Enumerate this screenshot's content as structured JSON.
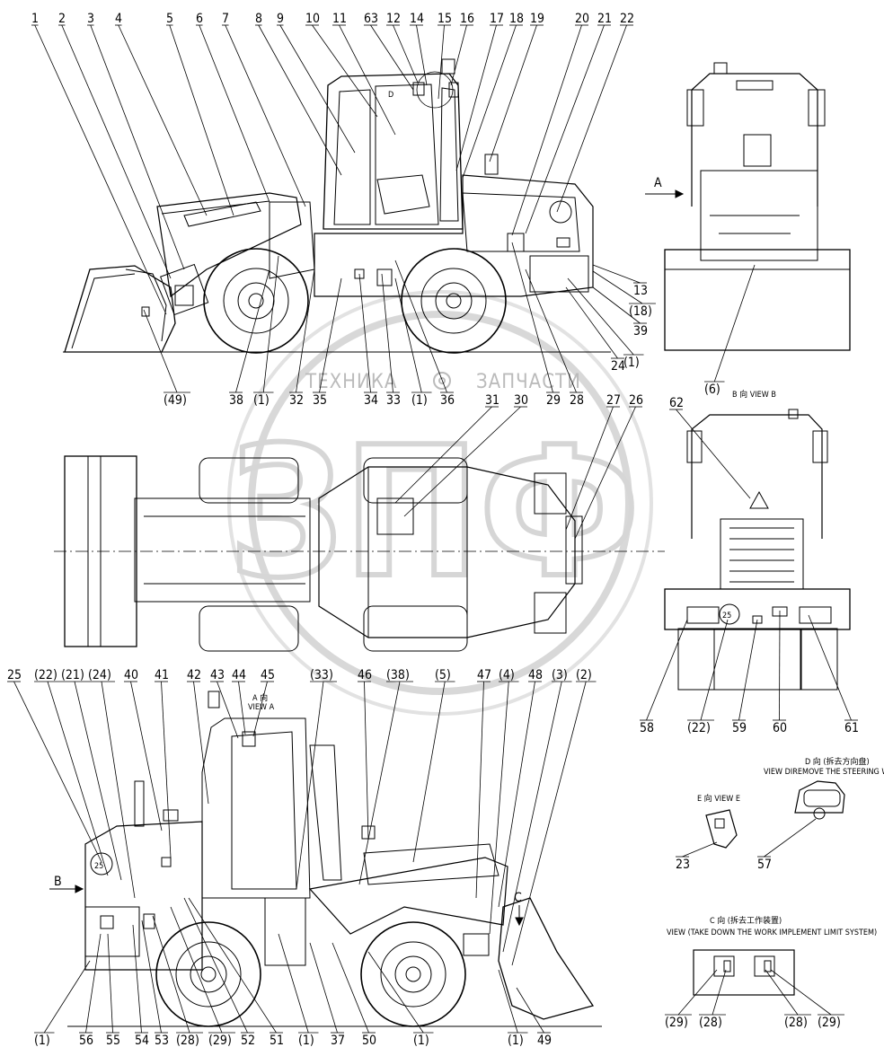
{
  "watermark": {
    "text_left": "ТЕХНИКА",
    "text_right": "ЗАПЧАСТИ",
    "logo_letters": "ЗПФ"
  },
  "views": {
    "a_arrow": "A",
    "b_arrow": "B",
    "c_arrow": "C",
    "d_mark": "D",
    "b_view_title": "B 向 VIEW B",
    "a_view_title_cn": "A 向",
    "a_view_title_en": "VIEW A",
    "d_view_title_cn": "D 向 (拆去方向盘)",
    "d_view_title_en": "VIEW DIREMOVE THE STEERING WHEEL)",
    "e_view_title": "E 向 VIEW E",
    "c_view_title_cn": "C 向 (拆去工作装置)",
    "c_view_title_en": "VIEW (TAKE DOWN THE WORK IMPLEMENT LIMIT SYSTEM)",
    "speed_sign": "25"
  },
  "labels": {
    "top_row": [
      "1",
      "2",
      "3",
      "4",
      "5",
      "6",
      "7",
      "8",
      "9",
      "10",
      "11",
      "63",
      "12",
      "14",
      "15",
      "16",
      "17",
      "18",
      "19",
      "20",
      "21",
      "22"
    ],
    "right_col": [
      "13",
      "(18)",
      "39",
      "24",
      "(1)"
    ],
    "mid_row": [
      "(49)",
      "38",
      "(1)",
      "32",
      "35",
      "34",
      "33",
      "(1)",
      "36",
      "29",
      "28",
      "(6)",
      "62",
      "31",
      "30",
      "27",
      "26"
    ],
    "lower_top": [
      "25",
      "(22)",
      "(21)",
      "(24)",
      "40",
      "41",
      "42",
      "43",
      "44",
      "45",
      "(33)",
      "46",
      "(38)",
      "(5)",
      "47",
      "(4)",
      "48",
      "(3)",
      "(2)"
    ],
    "lower_bottom": [
      "(1)",
      "56",
      "55",
      "54",
      "53",
      "(28)",
      "(29)",
      "52",
      "51",
      "(1)",
      "37",
      "50",
      "(1)",
      "(1)",
      "49"
    ],
    "b_view": [
      "58",
      "(22)",
      "59",
      "60",
      "61"
    ],
    "side_views": [
      "23",
      "57",
      "(29)",
      "(28)",
      "(28)",
      "(29)"
    ]
  }
}
